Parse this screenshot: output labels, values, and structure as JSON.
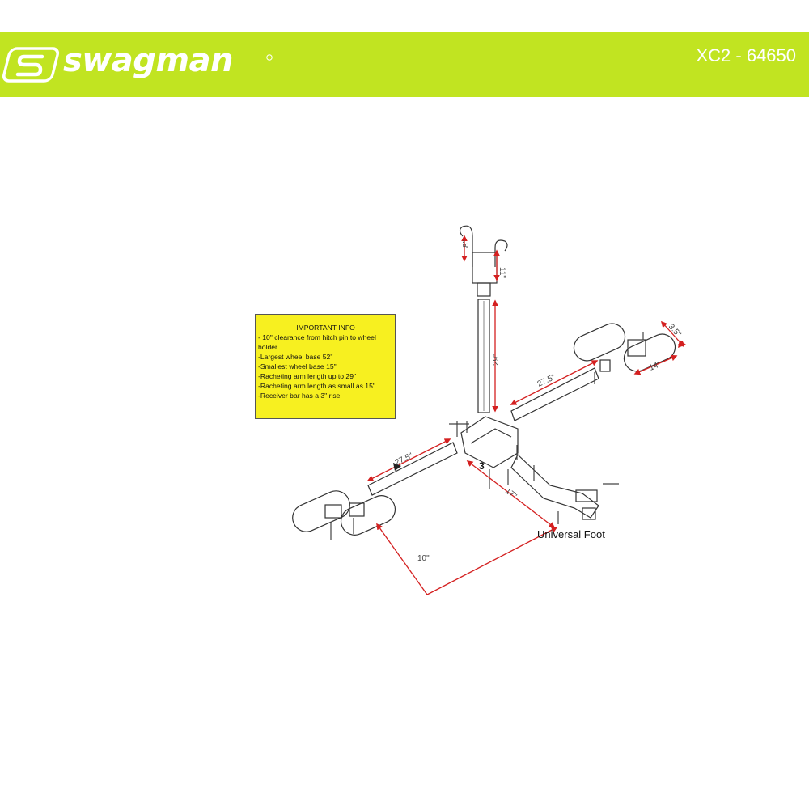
{
  "header": {
    "brand": "swagman",
    "model": "XC2 - 64650",
    "colors": {
      "banner": "#c1e421",
      "logo": "#ffffff"
    }
  },
  "info_box": {
    "title": "IMPORTANT INFO",
    "lines": [
      "- 10\" clearance from hitch pin to wheel holder",
      "-Largest wheel base 52\"",
      "-Smallest wheel base 15\"",
      "-Racheting arm length up to 29\"",
      "-Racheting arm length as small as 15\"",
      "-Receiver bar has a 3\" rise"
    ]
  },
  "dimensions": {
    "mast_height": "29\"",
    "top_gap_a": "8\"",
    "top_gap_b": "11\"",
    "right_arm": "27.5\"",
    "left_arm": "27.5\"",
    "tray_length": "14\"",
    "tray_width": "3.5\"",
    "hitch_length": "17\"",
    "clearance": "10\"",
    "rise": "3"
  },
  "labels": {
    "foot": "Universal Foot"
  },
  "colors": {
    "dimension": "#d42020",
    "part": "#333333",
    "info_bg": "#f7f020"
  }
}
